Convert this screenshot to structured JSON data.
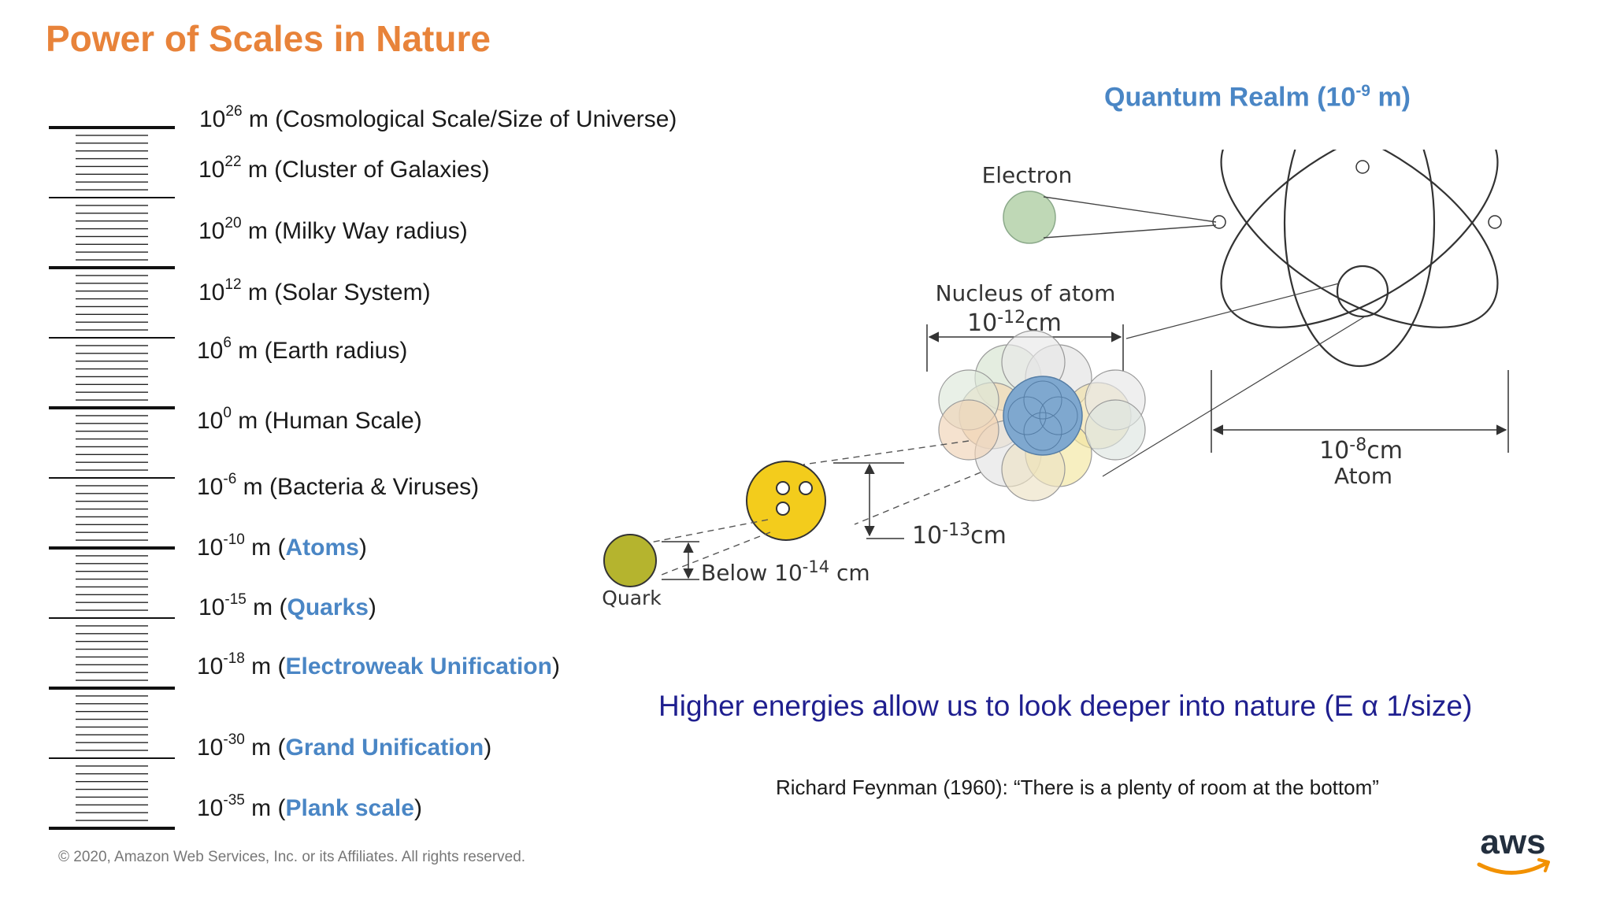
{
  "title": "Power of Scales in Nature",
  "scales": [
    {
      "base": "10",
      "exp": "26",
      "prefix": " m (",
      "name": "Cosmological Scale/Size of Universe",
      "suffix": ")",
      "highlight": false
    },
    {
      "base": "10",
      "exp": "22",
      "prefix": " m (",
      "name": "Cluster of Galaxies",
      "suffix": ")",
      "highlight": false
    },
    {
      "base": "10",
      "exp": "20",
      "prefix": " m (",
      "name": "Milky Way radius",
      "suffix": ")",
      "highlight": false
    },
    {
      "base": "10",
      "exp": "12",
      "prefix": " m (",
      "name": "Solar System",
      "suffix": ")",
      "highlight": false
    },
    {
      "base": "10",
      "exp": "6",
      "prefix": " m (",
      "name": "Earth radius",
      "suffix": ")",
      "highlight": false
    },
    {
      "base": "10",
      "exp": "0",
      "prefix": " m (",
      "name": "Human Scale",
      "suffix": ")",
      "highlight": false
    },
    {
      "base": "10",
      "exp": "-6",
      "prefix": " m (",
      "name": "Bacteria & Viruses",
      "suffix": ")",
      "highlight": false
    },
    {
      "base": "10",
      "exp": "-10",
      "prefix": " m (",
      "name": "Atoms",
      "suffix": ")",
      "highlight": true
    },
    {
      "base": "10",
      "exp": "-15",
      "prefix": " m (",
      "name": "Quarks",
      "suffix": ")",
      "highlight": true
    },
    {
      "base": "10",
      "exp": "-18",
      "prefix": " m (",
      "name": "Electroweak Unification",
      "suffix": ")",
      "highlight": true
    },
    {
      "base": "10",
      "exp": "-30",
      "prefix": " m (",
      "name": "Grand Unification",
      "suffix": ")",
      "highlight": true
    },
    {
      "base": "10",
      "exp": "-35",
      "prefix": " m (",
      "name": "Plank scale",
      "suffix": ")",
      "highlight": true
    }
  ],
  "realm": {
    "prefix": "Quantum Realm (10",
    "exp": "-9",
    "suffix": " m)"
  },
  "diagram": {
    "electron": "Electron",
    "nucleus_title": "Nucleus of atom",
    "nucleus_base": "10",
    "nucleus_exp": "-12",
    "nucleus_unit": "cm",
    "atom_base": "10",
    "atom_exp": "-8",
    "atom_unit": "cm",
    "atom_label": "Atom",
    "proton_base": "10",
    "proton_exp": "-13",
    "proton_unit": "cm",
    "quark_size_prefix": "Below 10",
    "quark_size_exp": "-14",
    "quark_size_unit": " cm",
    "quark": "Quark"
  },
  "energy_text": "Higher energies allow us to look deeper into nature (E α 1/size)",
  "quote": "Richard Feynman (1960): “There is a plenty of room at the bottom”",
  "copyright": "© 2020, Amazon Web Services, Inc. or its Affiliates. All rights reserved.",
  "logo_text": "aws",
  "colors": {
    "title": "#E8833A",
    "highlight": "#4A86C5",
    "energy": "#1F1F8F",
    "aws_orange": "#F29100"
  }
}
